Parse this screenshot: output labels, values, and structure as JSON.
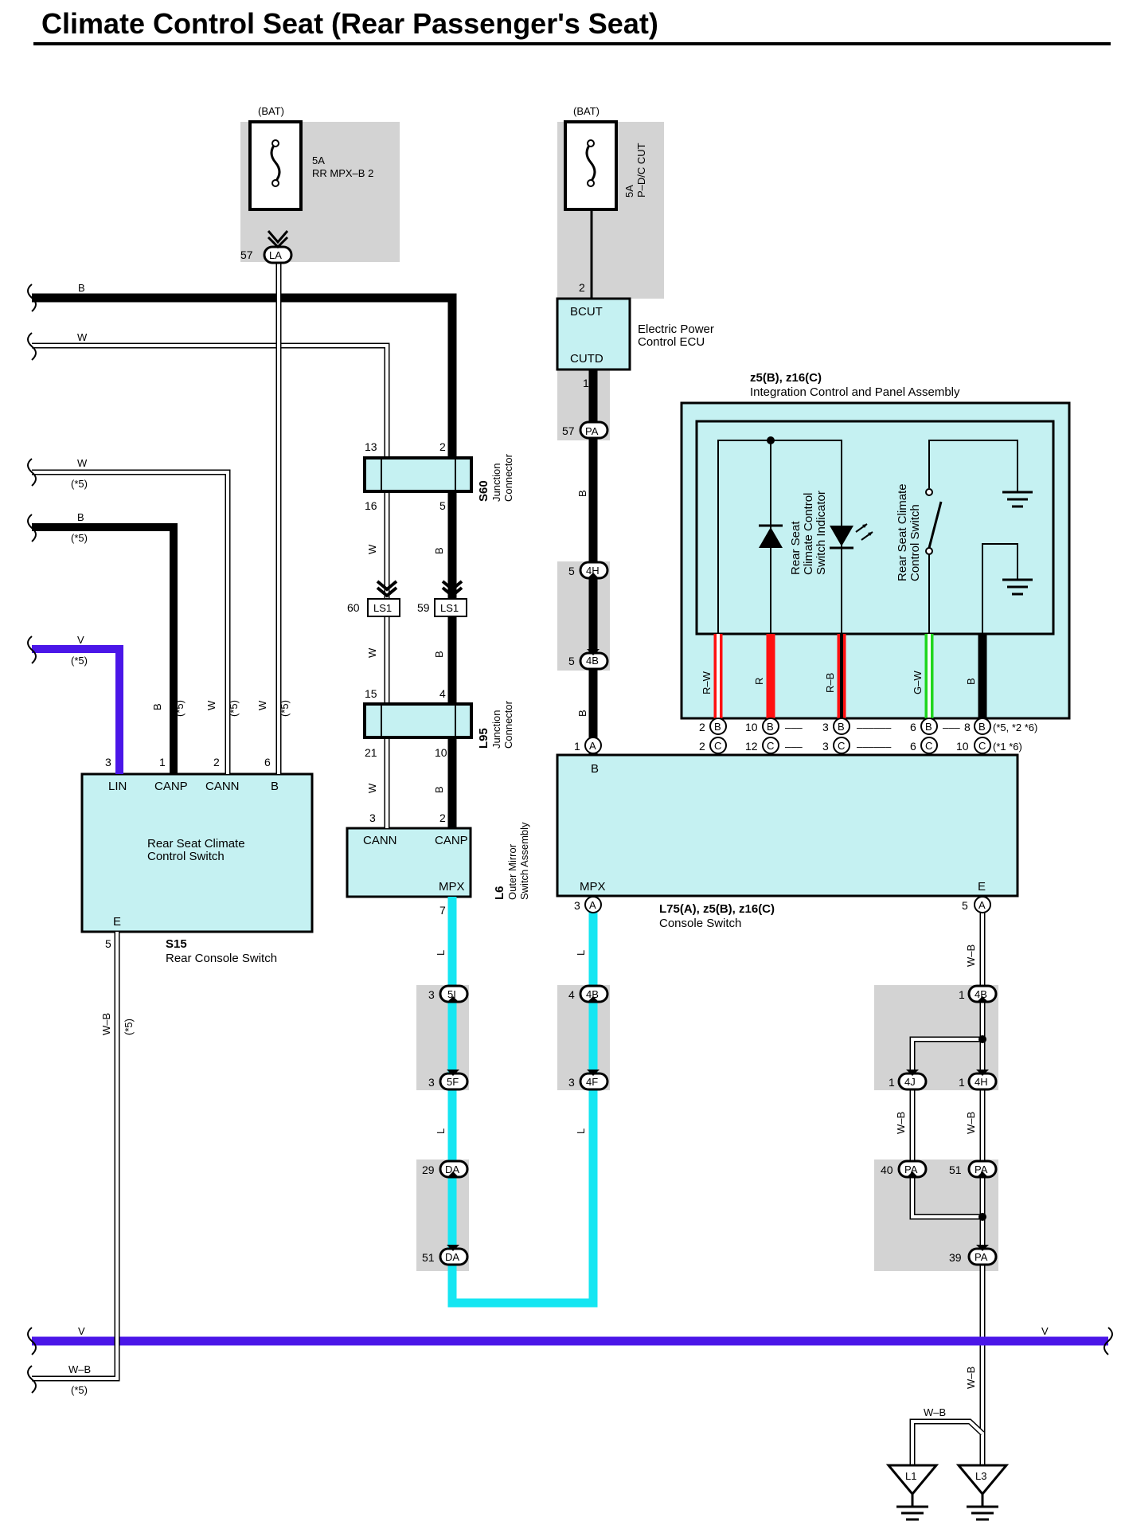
{
  "title": "Climate Control Seat (Rear Passenger's Seat)",
  "labels": {
    "bat": "(BAT)",
    "fuse1_amp": "5A",
    "fuse1_name": "RR MPX–B 2",
    "fuse2_amp": "5A",
    "fuse2_name": "P–D/C CUT",
    "ecu_bcut": "BCUT",
    "ecu_cutd": "CUTD",
    "ecu_name_1": "Electric Power",
    "ecu_name_2": "Control ECU",
    "icp_code": "z5(B), z16(C)",
    "icp_name": "Integration Control and Panel Assembly",
    "indicator_1": "Rear Seat",
    "indicator_2": "Climate Control",
    "indicator_3": "Switch Indicator",
    "cswitch_1": "Rear Seat Climate",
    "cswitch_2": "Control Switch",
    "s60_code": "S60",
    "s60_name_1": "Junction",
    "s60_name_2": "Connector",
    "l95_code": "L95",
    "l95_name_1": "Junction",
    "l95_name_2": "Connector",
    "l6_code": "L6",
    "l6_name_1": "Outer Mirror",
    "l6_name_2": "Switch Assembly",
    "cann": "CANN",
    "canp": "CANP",
    "mpx": "MPX",
    "lin": "LIN",
    "b": "B",
    "e": "E",
    "rscs_1": "Rear Seat Climate",
    "rscs_2": "Control Switch",
    "s15_code": "S15",
    "s15_name": "Rear Console Switch",
    "console_code": "L75(A), z5(B), z16(C)",
    "console_name": "Console Switch",
    "note5": "(*5)",
    "note_b8": "(*5, *2 *6)",
    "note_c10": "(*1 *6)",
    "dashes_short": "–––",
    "dashes_long": "––––––",
    "dashes_mid": "–––"
  },
  "wires": {
    "B": "B",
    "W": "W",
    "V": "V",
    "L": "L",
    "R": "R",
    "RW": "R–W",
    "RB": "R–B",
    "GW": "G–W",
    "WB": "W–B"
  },
  "connectors": {
    "LA": "LA",
    "PA": "PA",
    "H4": "4H",
    "B4": "4B",
    "LS1": "LS1",
    "I5": "5I",
    "F5": "5F",
    "DA": "DA",
    "F4": "4F",
    "J4": "4J",
    "A": "A",
    "Bc": "B",
    "Cc": "C",
    "L1": "L1",
    "L3": "L3"
  },
  "pins": {
    "p57": "57",
    "p2": "2",
    "p1": "1",
    "p13": "13",
    "p16": "16",
    "p5": "5",
    "p60": "60",
    "p59": "59",
    "p15": "15",
    "p4": "4",
    "p21": "21",
    "p10": "10",
    "p3": "3",
    "p6": "6",
    "p7": "7",
    "p12": "12",
    "p8": "8",
    "p29": "29",
    "p51": "51",
    "p40": "40",
    "p39": "39"
  },
  "colors": {
    "black_wire": "#000000",
    "white_wire": "#ffffff",
    "violet_wire": "#4a16e8",
    "blue_wire": "#15e6f2",
    "red_wire": "#ff1010",
    "green_wire": "#1fd61f",
    "component_fill": "#c5f1f2",
    "block_fill": "#d3d3d3"
  }
}
